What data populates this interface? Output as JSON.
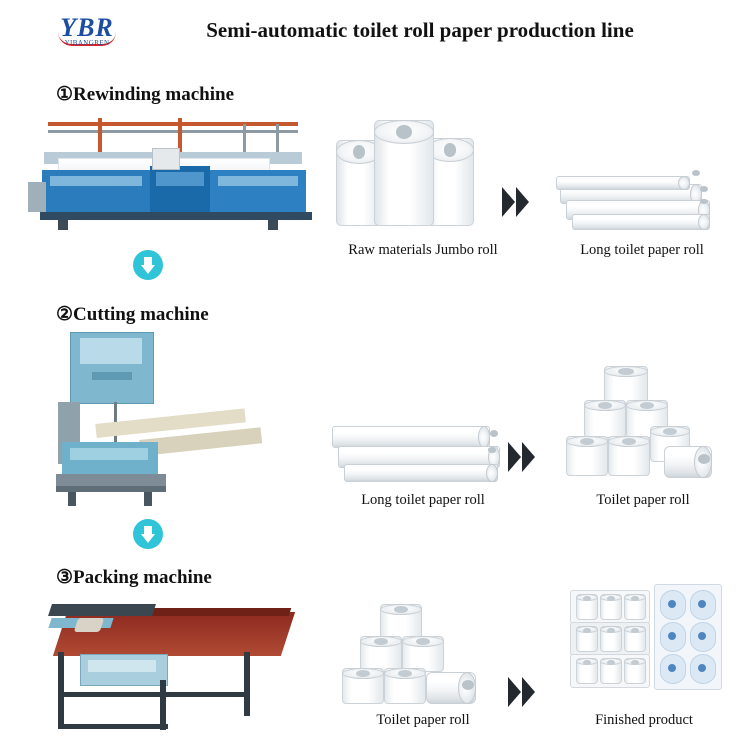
{
  "header": {
    "logo_mark": "YBR",
    "logo_sub": "YIBANGREN",
    "title": "Semi-automatic toilet roll paper production line"
  },
  "steps": [
    {
      "id": "step-1",
      "label": "①Rewinding machine",
      "machine_alt": "rewinding-machine-photo",
      "input_caption": "Raw materials Jumbo roll",
      "output_caption": "Long toilet paper roll",
      "input_alt": "jumbo-rolls-photo",
      "output_alt": "long-toilet-paper-rolls-photo",
      "chevron": "double-chevron-right"
    },
    {
      "id": "step-2",
      "label": "②Cutting machine",
      "machine_alt": "cutting-machine-photo",
      "input_caption": "Long toilet paper roll",
      "output_caption": "Toilet paper roll",
      "input_alt": "long-toilet-paper-rolls-photo",
      "output_alt": "toilet-paper-rolls-photo",
      "chevron": "double-chevron-right"
    },
    {
      "id": "step-3",
      "label": "③Packing machine",
      "machine_alt": "packing-machine-photo",
      "input_caption": "Toilet paper roll",
      "output_caption": "Finished product",
      "input_alt": "toilet-paper-rolls-photo",
      "output_alt": "finished-packed-product-photo",
      "chevron": "double-chevron-right"
    }
  ],
  "flow_arrows": [
    {
      "name": "down-arrow-1-to-2"
    },
    {
      "name": "down-arrow-2-to-3"
    }
  ],
  "colors": {
    "accent_arrow": "#2fc4d8",
    "logo_blue": "#1b4ea0",
    "logo_red": "#d8232a",
    "text": "#111111",
    "machine_blue": "#2f7ec0"
  }
}
